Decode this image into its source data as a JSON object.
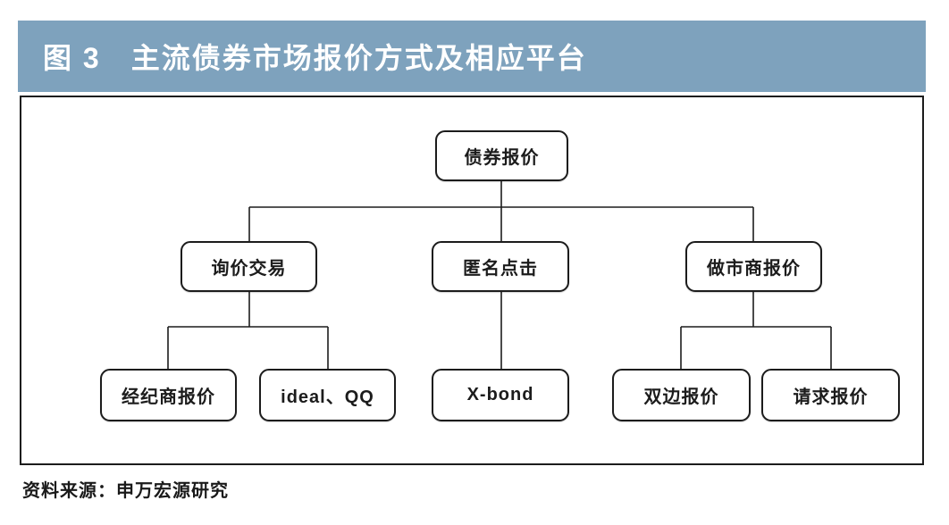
{
  "figure": {
    "title": "图 3　主流债券市场报价方式及相应平台",
    "source": "资料来源：申万宏源研究"
  },
  "colors": {
    "title_bar_background": "#7EA2BD",
    "title_text": "#FFFFFF",
    "box_border": "#1C1C1C",
    "connector_line": "#1C1C1C",
    "canvas_background": "#FFFFFF"
  },
  "diagram": {
    "type": "tree-flowchart",
    "nodes": [
      {
        "id": "bond-quote",
        "label": "债券报价",
        "parent": null
      },
      {
        "id": "inquiry-trading",
        "label": "询价交易",
        "parent": "bond-quote"
      },
      {
        "id": "anonymous-click",
        "label": "匿名点击",
        "parent": "bond-quote"
      },
      {
        "id": "market-maker-quote",
        "label": "做市商报价",
        "parent": "bond-quote"
      },
      {
        "id": "broker-quote",
        "label": "经纪商报价",
        "parent": "inquiry-trading"
      },
      {
        "id": "ideal-qq",
        "label": "ideal、QQ",
        "parent": "inquiry-trading"
      },
      {
        "id": "x-bond",
        "label": "X-bond",
        "parent": "anonymous-click"
      },
      {
        "id": "bilateral-quote",
        "label": "双边报价",
        "parent": "market-maker-quote"
      },
      {
        "id": "request-quote",
        "label": "请求报价",
        "parent": "market-maker-quote"
      }
    ]
  }
}
